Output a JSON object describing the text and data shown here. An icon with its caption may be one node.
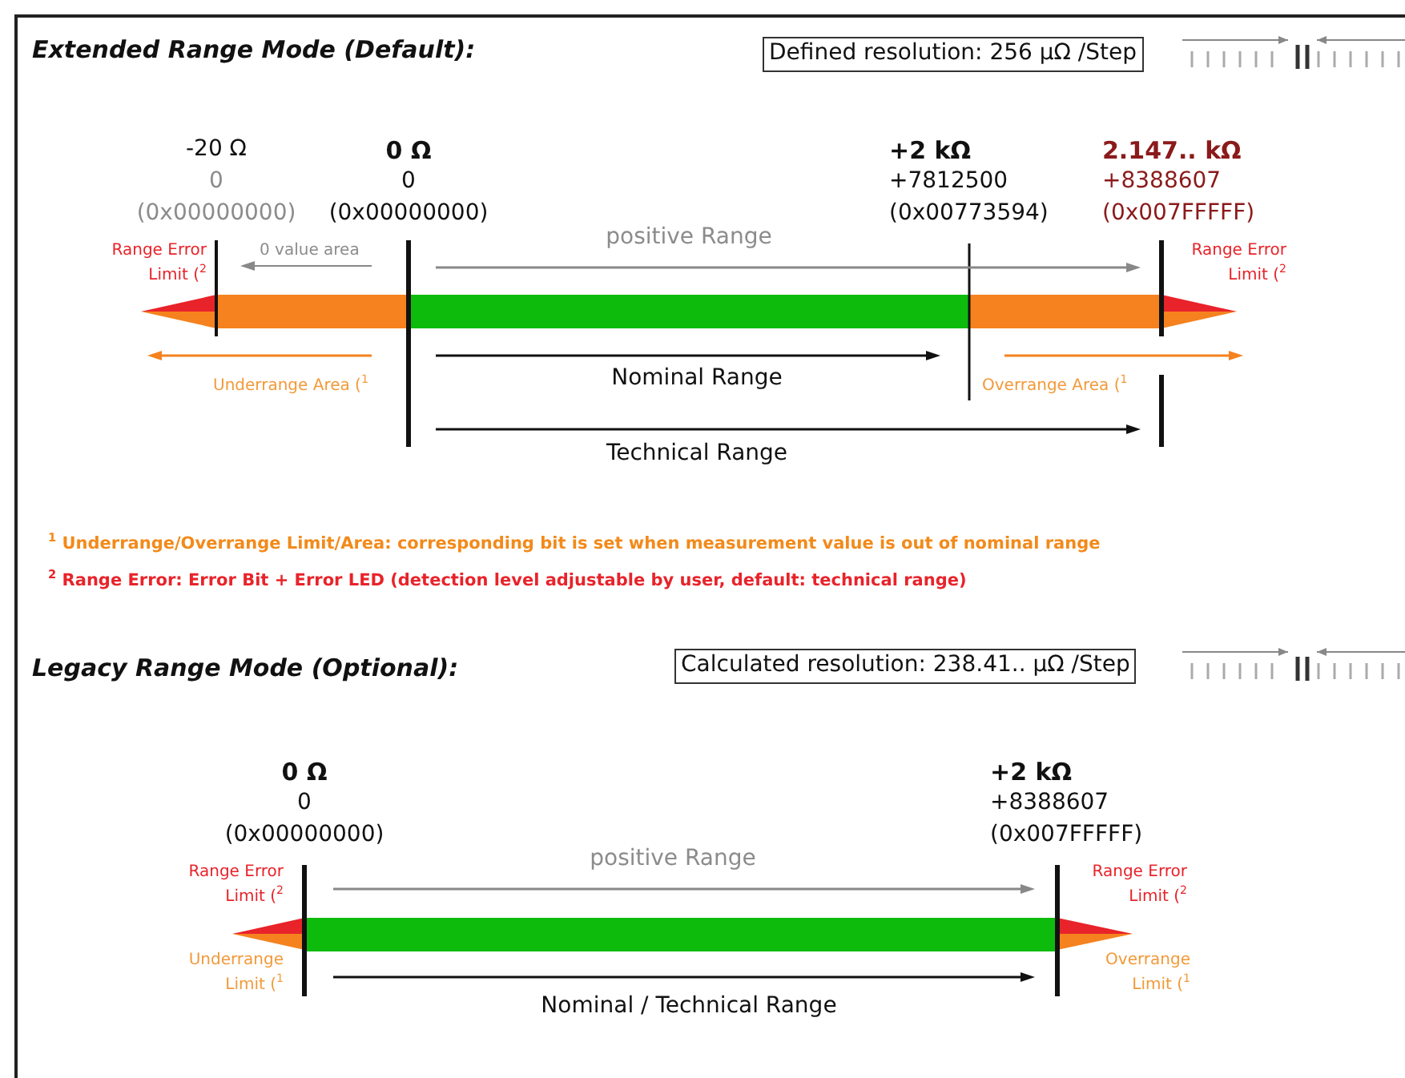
{
  "diagram": {
    "nodes": [
      {
        "text": [
          "Defined resolution: 256 µΩ /Step"
        ]
      },
      {
        "text": [
          "Calculated resolution: 238.41.. µΩ /Step"
        ]
      }
    ],
    "labels": [
      "Extended Range Mode (Default):",
      "-20 Ω",
      "0",
      "(0x00000000)",
      "0 Ω",
      "0",
      "(0x00000000)",
      "+2 kΩ",
      "+7812500",
      "(0x00773594)",
      "2.147.. kΩ",
      "+8388607",
      "(0x007FFFFF)",
      "Range Error Limit ($^{2}$",
      "0 value area",
      "positive Range",
      "Range Error Limit ($^{2}$",
      "Underrange Area ($^{1}$",
      "Nominal Range",
      "Overrange Area ($^{1}$",
      "Technical Range",
      "$^{1}$ Underrange/Overrange Limit/Area: corresponding bit is set when measurement value is out of nominal range",
      "$^{2}$ Range Error: Error Bit + Error LED (detection level adjustable by user, default: technical range)",
      "Legacy Range Mode (Optional):",
      "0 Ω",
      "0",
      "(0x00000000)",
      "+2 kΩ",
      "+8388607",
      "(0x007FFFFF)",
      "Range Error Limit ($^{2}$",
      "positive Range",
      "Range Error Limit ($^{2}$",
      "Underrange Limit ($^{1}$",
      "Overrange Limit ($^{1}$",
      "Nominal / Technical Range"
    ]
  }
}
